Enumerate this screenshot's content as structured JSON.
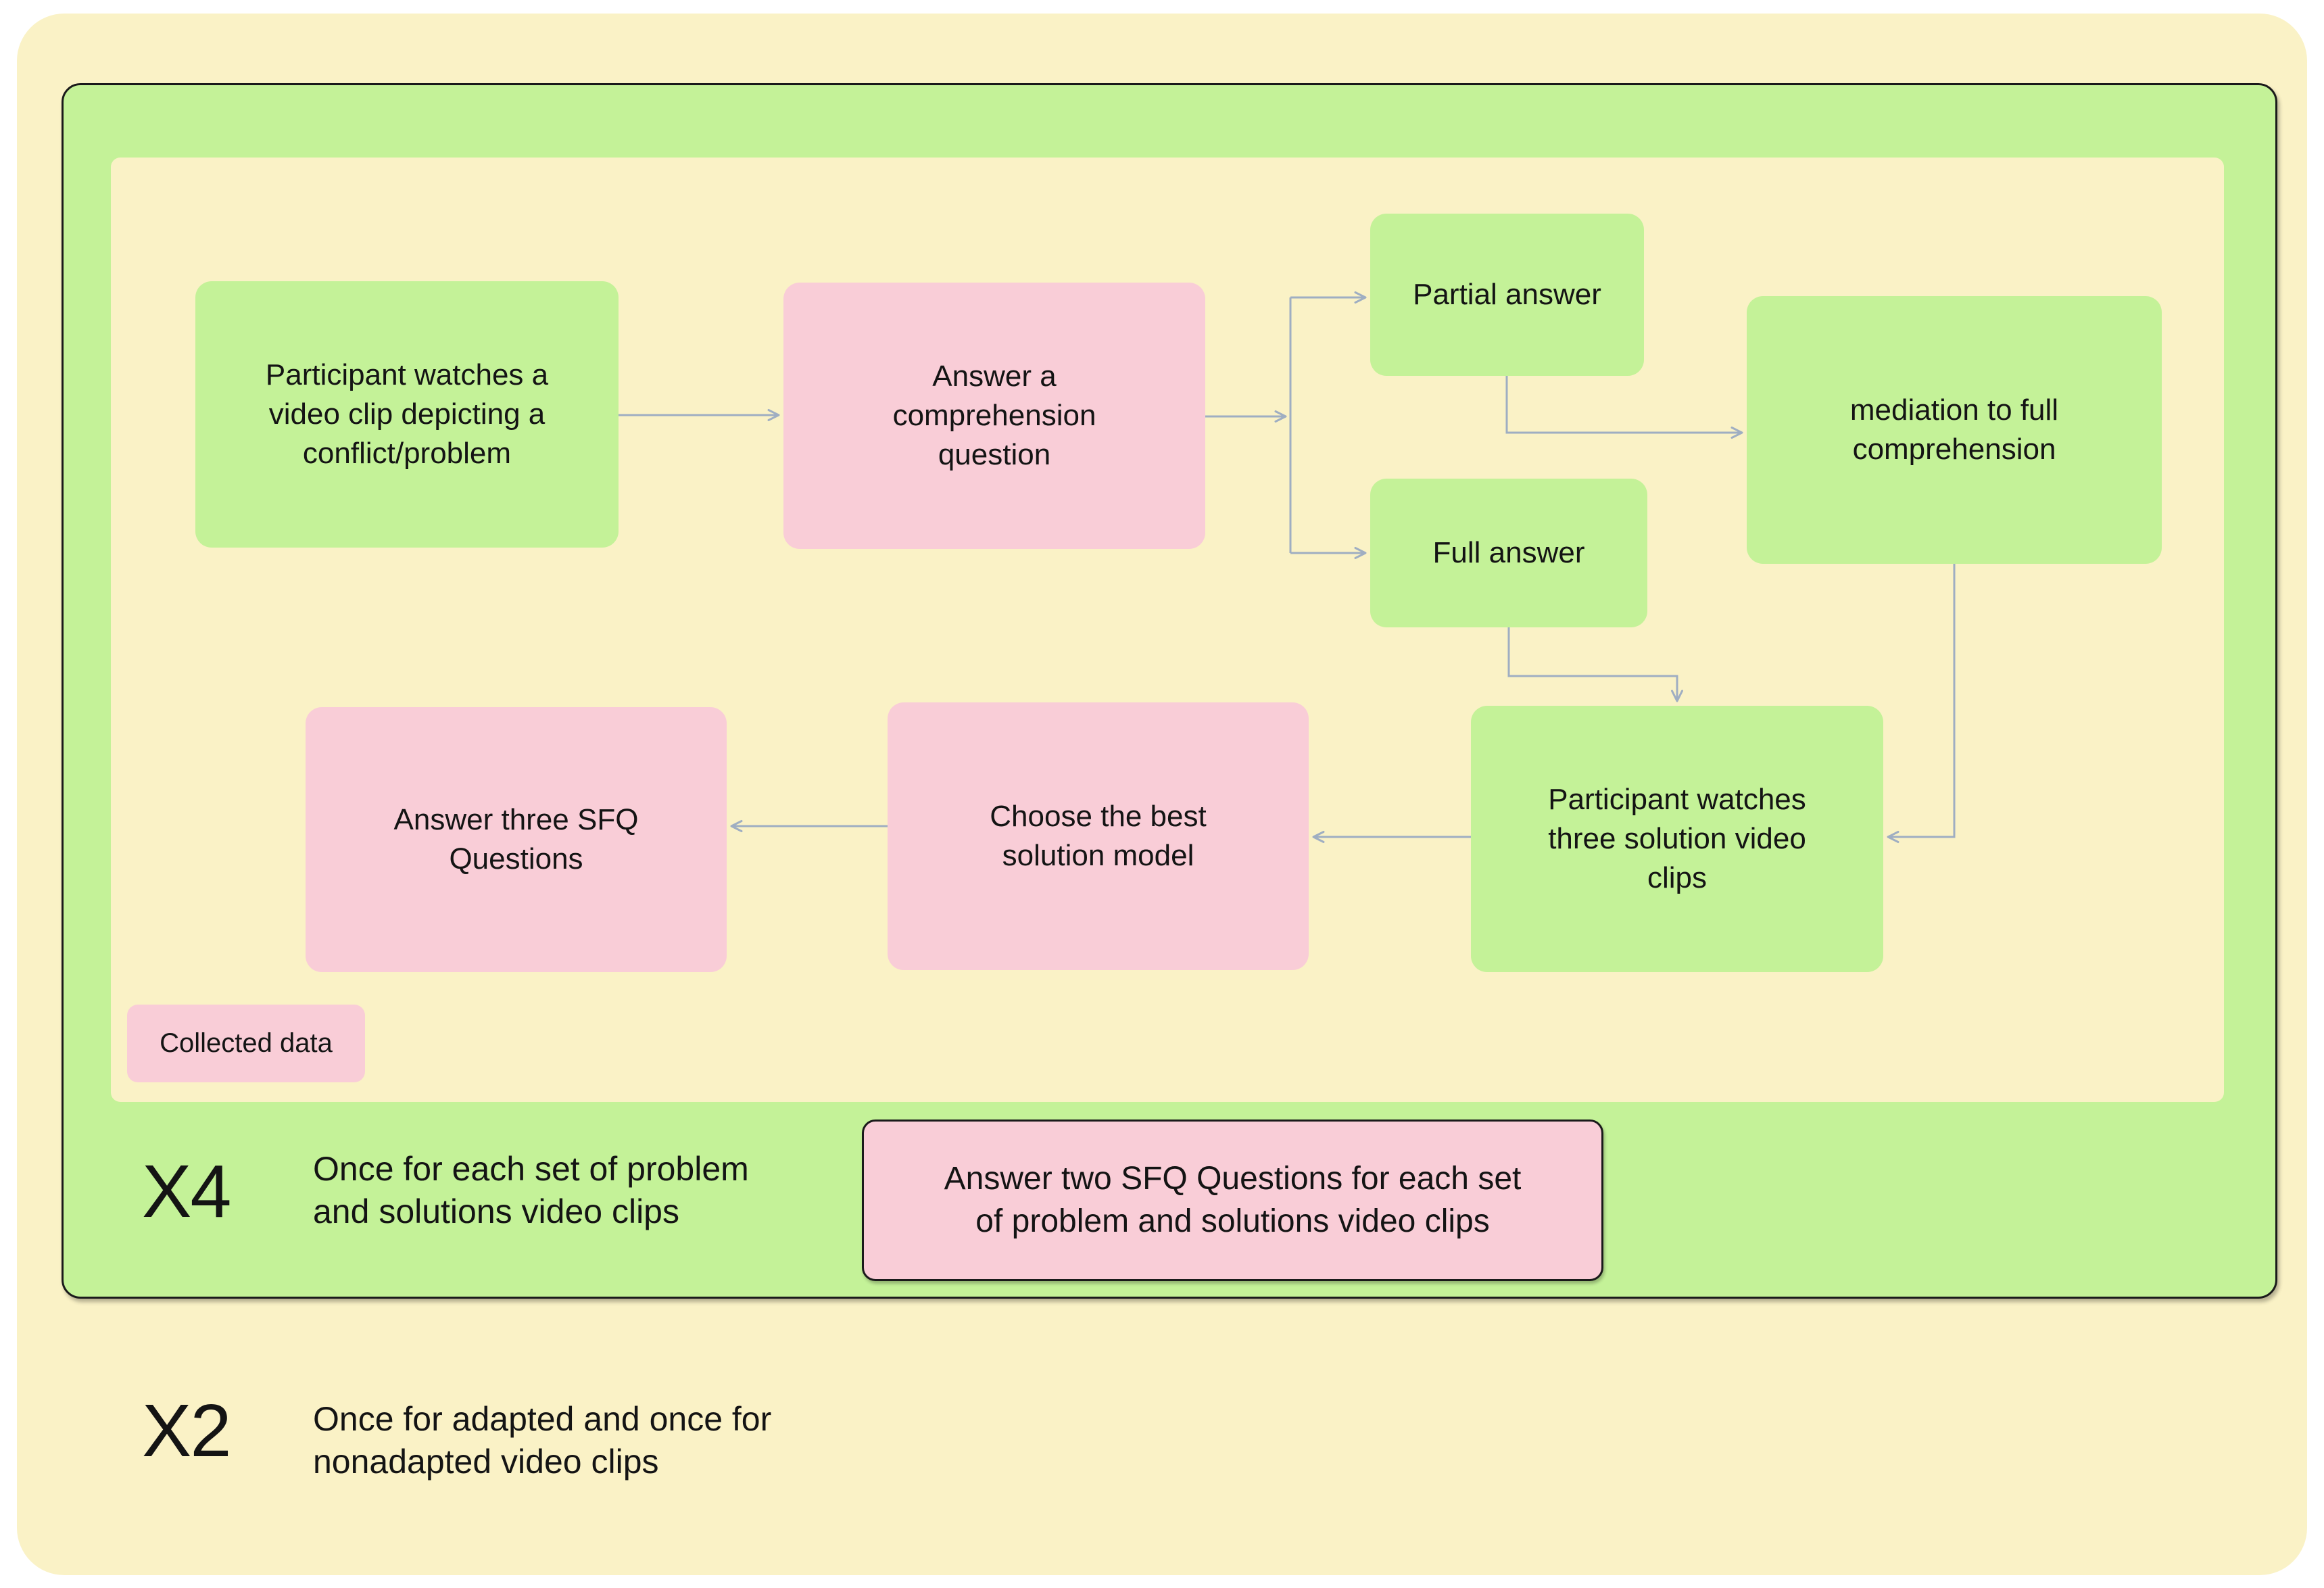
{
  "diagram": {
    "type": "flowchart",
    "colors": {
      "outer_background": "#FFFFFF",
      "page_background": "#FAF2C6",
      "loop_container_green": "#C4F298",
      "node_green": "#C4F298",
      "node_pink": "#F9CDD7",
      "arrow": "#9FAEC2",
      "border": "#1A1A1A",
      "text": "#141414"
    }
  },
  "nodes": {
    "watch_problem": {
      "label": "Participant watches a video clip depicting a conflict/problem",
      "type": "green"
    },
    "comprehension": {
      "label": "Answer a comprehension question",
      "type": "pink"
    },
    "partial": {
      "label": "Partial answer",
      "type": "green"
    },
    "full": {
      "label": "Full answer",
      "type": "green"
    },
    "mediation": {
      "label": "mediation to full comprehension",
      "type": "green"
    },
    "watch_solutions": {
      "label": "Participant watches three solution video clips",
      "type": "green"
    },
    "choose": {
      "label": "Choose the best solution model",
      "type": "pink"
    },
    "sfq3": {
      "label": "Answer three SFQ Questions",
      "type": "pink"
    },
    "collected_data": {
      "label": "Collected data",
      "type": "pink"
    },
    "sfq2": {
      "label": "Answer two SFQ Questions for each set of problem and solutions video clips",
      "type": "pink"
    }
  },
  "annotations": {
    "x4": {
      "multiplier": "X4",
      "note": "Once for each set of problem and solutions video clips"
    },
    "x2": {
      "multiplier": "X2",
      "note": "Once for adapted and once for nonadapted video clips"
    }
  }
}
